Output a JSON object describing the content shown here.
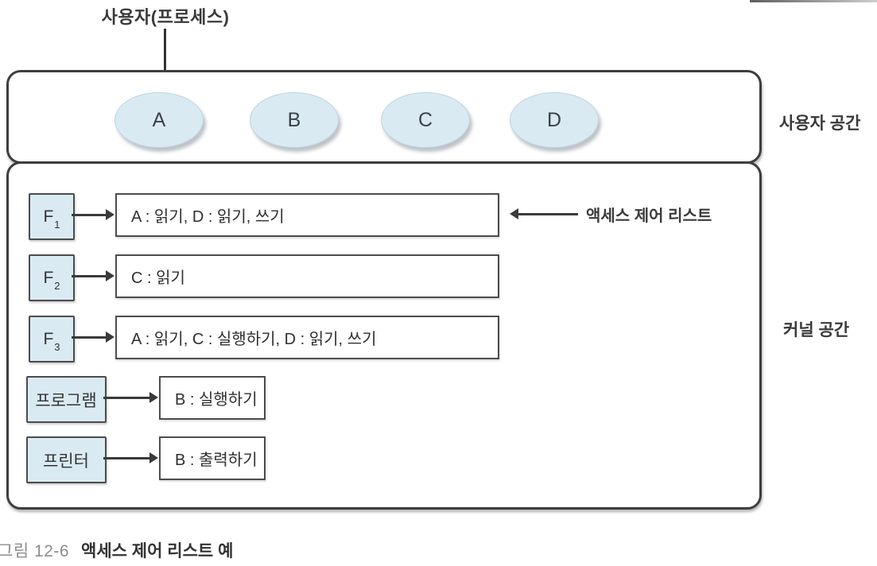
{
  "colors": {
    "shape_fill": "#d9eaf3",
    "text": "#3a3a3a",
    "caption_number": "#8d8d8d"
  },
  "top_label": "사용자(프로세스)",
  "user_space": {
    "label": "사용자 공간",
    "processes": [
      "A",
      "B",
      "C",
      "D"
    ]
  },
  "kernel_space": {
    "label": "커널 공간",
    "acl_pointer_label": "액세스 제어 리스트",
    "rows": [
      {
        "subject": "F",
        "subscript": "1",
        "acl": "A : 읽기, D : 읽기, 쓰기"
      },
      {
        "subject": "F",
        "subscript": "2",
        "acl": "C : 읽기"
      },
      {
        "subject": "F",
        "subscript": "3",
        "acl": "A : 읽기, C : 실행하기, D : 읽기, 쓰기"
      },
      {
        "subject": "프로그램",
        "subscript": "",
        "acl": "B : 실행하기"
      },
      {
        "subject": "프린터",
        "subscript": "",
        "acl": "B : 출력하기"
      }
    ]
  },
  "caption": {
    "figure_number": "그림 12-6",
    "title": "액세스 제어 리스트 예"
  }
}
